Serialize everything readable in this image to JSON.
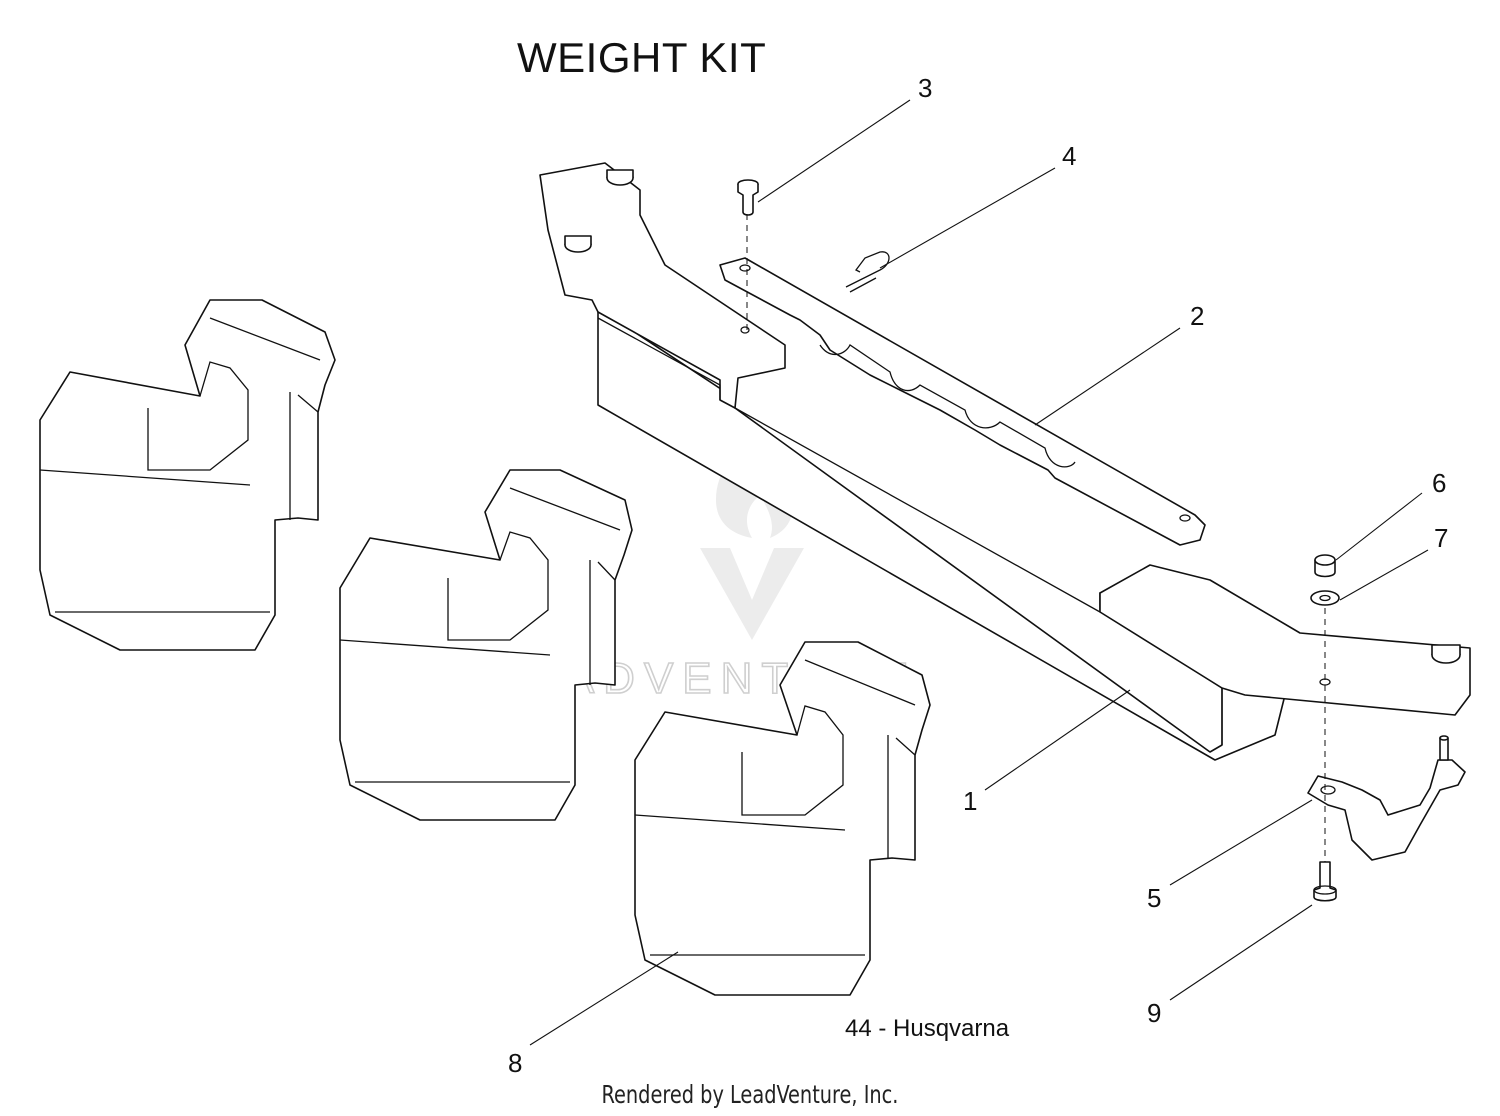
{
  "diagram": {
    "title": "WEIGHT KIT",
    "page_label": "44 - Husqvarna",
    "footer": "Rendered by LeadVenture, Inc.",
    "watermark": "LEADVENTURE",
    "callouts": [
      "1",
      "2",
      "3",
      "4",
      "5",
      "6",
      "7",
      "8",
      "9"
    ]
  }
}
